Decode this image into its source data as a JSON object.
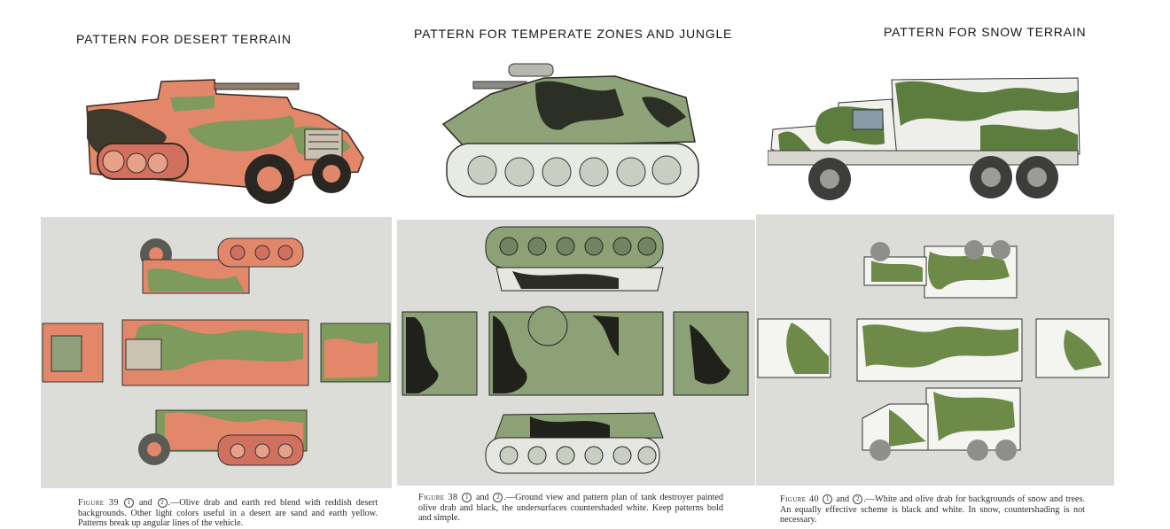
{
  "columns": [
    {
      "title": "PATTERN FOR DESERT TERRAIN",
      "vehicle": "half-track",
      "colors": {
        "base": "#e3876b",
        "camo": "#7f9a5d",
        "dark": "#3f3a2f"
      },
      "caption": {
        "fig_label": "Figure 39",
        "marker_1": "1",
        "conj": "and",
        "marker_2": "2",
        "text": ".—Olive drab and earth red blend with reddish desert backgrounds. Other light colors useful in a desert are sand and earth yellow. Patterns break up angular lines of the vehicle."
      }
    },
    {
      "title": "PATTERN FOR TEMPERATE ZONES AND JUNGLE",
      "vehicle": "tank-destroyer",
      "colors": {
        "base": "#8da176",
        "camo": "#2c2f26",
        "dark": "#1f2119"
      },
      "caption": {
        "fig_label": "Figure 38",
        "marker_1": "1",
        "conj": "and",
        "marker_2": "2",
        "text": ".—Ground view and pattern plan of tank destroyer painted olive drab and black, the undersurfaces countershaded white. Keep patterns bold and simple."
      }
    },
    {
      "title": "PATTERN FOR SNOW TERRAIN",
      "vehicle": "cargo-truck",
      "colors": {
        "base": "#f4f4f0",
        "camo": "#6d8a49",
        "dark": "#3f3f3f"
      },
      "caption": {
        "fig_label": "Figure 40",
        "marker_1": "1",
        "conj": "and",
        "marker_2": "2",
        "text": ".—White and olive drab for backgrounds of snow and trees. An equally effective scheme is black and white. In snow, countershading is not necessary."
      }
    }
  ],
  "panel_background": "#dcdcd9"
}
